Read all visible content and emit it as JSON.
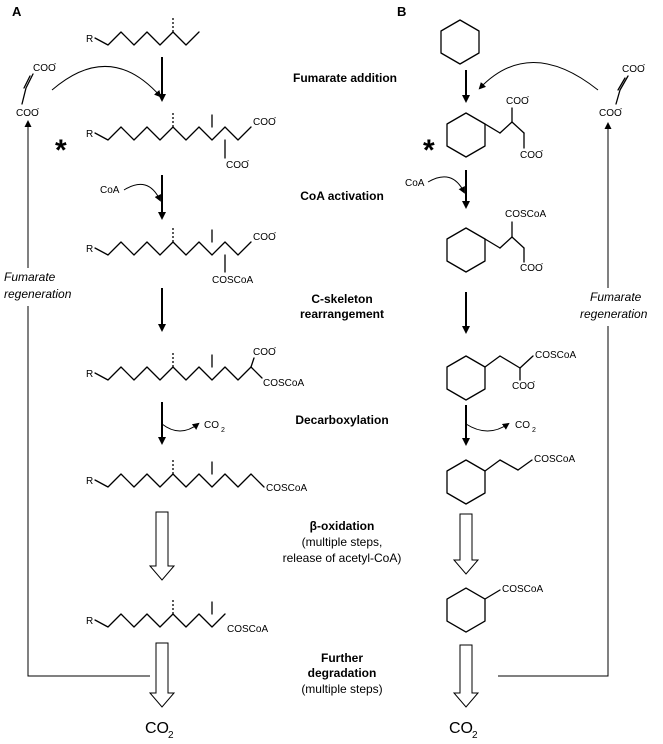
{
  "panels": {
    "a": "A",
    "b": "B"
  },
  "steps": {
    "fumarate_addition": "Fumarate addition",
    "coa_activation": "CoA activation",
    "c_skeleton_1": "C-skeleton",
    "c_skeleton_2": "rearrangement",
    "decarboxylation": "Decarboxylation",
    "beta_oxidation": "β-oxidation",
    "beta_note_1": "(multiple steps,",
    "beta_note_2": "release of acetyl-CoA)",
    "further_1": "Further",
    "further_2": "degradation",
    "further_note": "(multiple steps)"
  },
  "fumarate_regen": {
    "line1": "Fumarate",
    "line2": "regeneration"
  },
  "chem": {
    "r": "R",
    "coo": "COO",
    "minus": "-",
    "coa": "CoA",
    "coscoa": "COSCoA",
    "co": "CO",
    "two": "2",
    "star": "*"
  }
}
